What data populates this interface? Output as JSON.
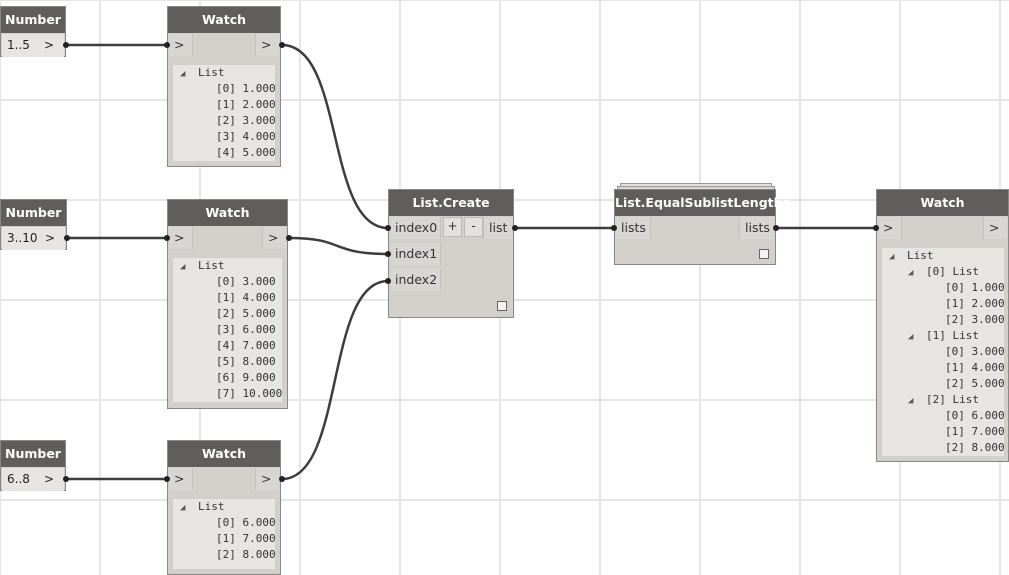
{
  "number_nodes": [
    {
      "title": "Number",
      "value": "1..5",
      "out": ">"
    },
    {
      "title": "Number",
      "value": "3..10",
      "out": ">"
    },
    {
      "title": "Number",
      "value": "6..8",
      "out": ">"
    }
  ],
  "watch_nodes": [
    {
      "title": "Watch",
      "in": ">",
      "out": ">",
      "root": "List",
      "items": [
        "[0] 1.000",
        "[1] 2.000",
        "[2] 3.000",
        "[3] 4.000",
        "[4] 5.000"
      ]
    },
    {
      "title": "Watch",
      "in": ">",
      "out": ">",
      "root": "List",
      "items": [
        "[0] 3.000",
        "[1] 4.000",
        "[2] 5.000",
        "[3] 6.000",
        "[4] 7.000",
        "[5] 8.000",
        "[6] 9.000",
        "[7] 10.000"
      ]
    },
    {
      "title": "Watch",
      "in": ">",
      "out": ">",
      "root": "List",
      "items": [
        "[0] 6.000",
        "[1] 7.000",
        "[2] 8.000"
      ]
    }
  ],
  "list_create": {
    "title": "List.Create",
    "inputs": [
      "index0",
      "index1",
      "index2"
    ],
    "add": "+",
    "remove": "-",
    "output": "list"
  },
  "equal_sublist": {
    "title": "List.EqualSublistLengths",
    "input": "lists",
    "output": "lists"
  },
  "result_watch": {
    "title": "Watch",
    "in": ">",
    "out": ">",
    "root": "List",
    "groups": [
      {
        "label": "[0] List",
        "items": [
          "[0] 1.000",
          "[1] 2.000",
          "[2] 3.000"
        ]
      },
      {
        "label": "[1] List",
        "items": [
          "[0] 3.000",
          "[1] 4.000",
          "[2] 5.000"
        ]
      },
      {
        "label": "[2] List",
        "items": [
          "[0] 6.000",
          "[1] 7.000",
          "[2] 8.000"
        ]
      }
    ]
  },
  "tree_expanded_glyph": "◢",
  "colors": {
    "header": "#5f5e5d",
    "node_body": "#d3d0cc",
    "wire": "#3d3d3d",
    "grid": "#e6e6e6"
  }
}
